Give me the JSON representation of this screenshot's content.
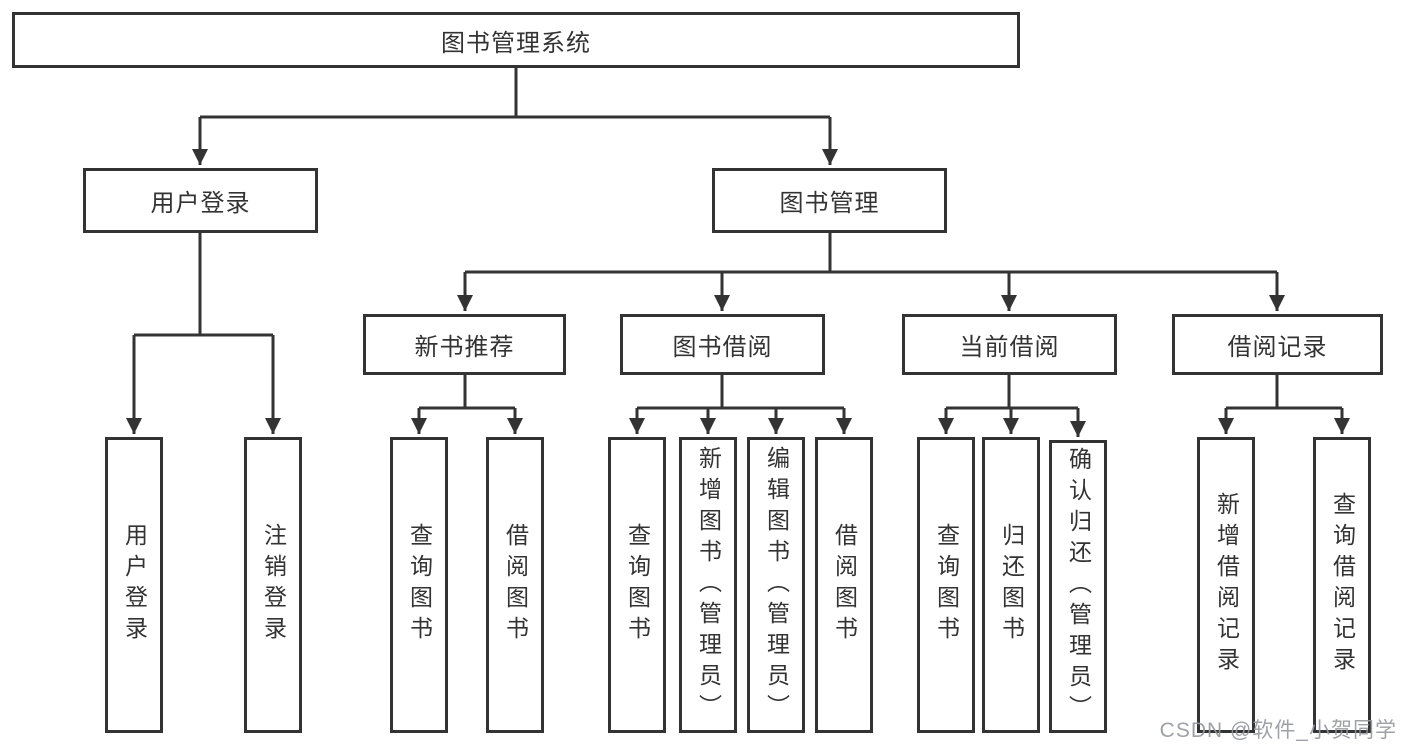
{
  "diagram": {
    "nodes": {
      "root": "图书管理系统",
      "user_login": "用户登录",
      "book_mgmt": "图书管理",
      "new_book_rec": "新书推荐",
      "book_borrow": "图书借阅",
      "current_borrow": "当前借阅",
      "borrow_records": "借阅记录",
      "leaf_user_login": "用户登录",
      "leaf_logout": "注销登录",
      "leaf_query_book_1": "查询图书",
      "leaf_borrow_book_1": "借阅图书",
      "leaf_query_book_2": "查询图书",
      "leaf_add_book": "新增图书（管理员）",
      "leaf_edit_book": "编辑图书（管理员）",
      "leaf_borrow_book_2": "借阅图书",
      "leaf_query_book_3": "查询图书",
      "leaf_return_book": "归还图书",
      "leaf_confirm_return": "确认归还（管理员）",
      "leaf_add_record": "新增借阅记录",
      "leaf_query_record": "查询借阅记录"
    },
    "colors": {
      "line": "#333333",
      "box_border": "#333333",
      "text": "#333333",
      "watermark": "#94979c",
      "background": "#ffffff"
    }
  },
  "watermark": "CSDN @软件_小贺同学"
}
